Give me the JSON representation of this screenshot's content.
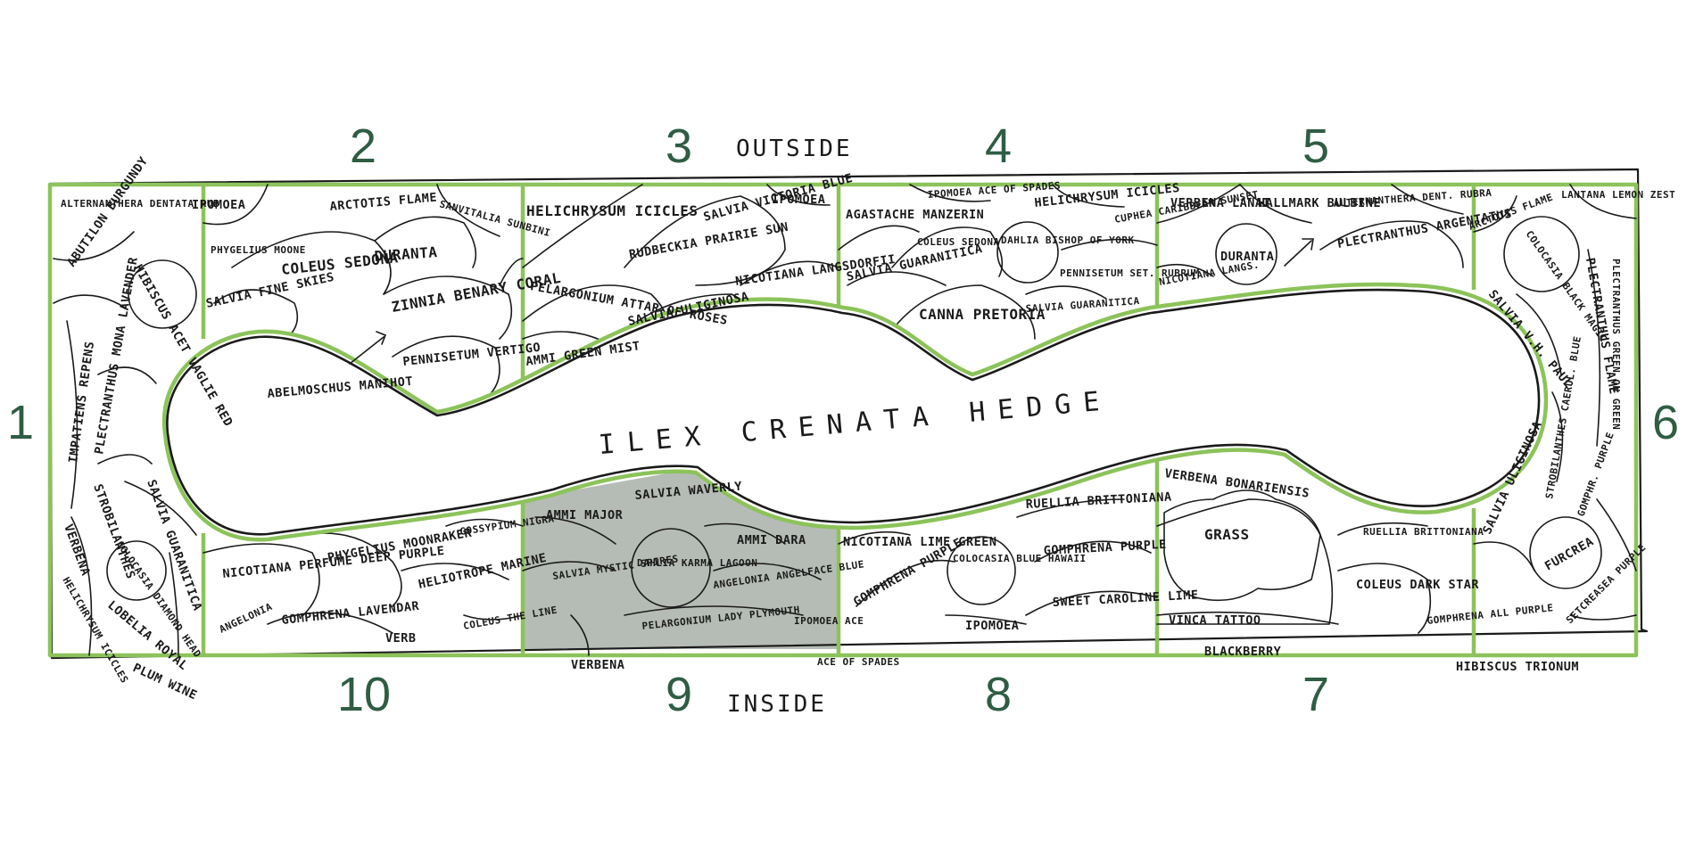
{
  "captions": {
    "outside": "OUTSIDE",
    "inside": "INSIDE",
    "hedge": "ILEX CRENATA HEDGE"
  },
  "colors": {
    "section_number": "#2e5d43",
    "section_border": "#8cc35a",
    "highlight_section_fill": "#b5bcb5",
    "ink": "#1a1a1a"
  },
  "sections": [
    "1",
    "2",
    "3",
    "4",
    "5",
    "6",
    "7",
    "8",
    "9",
    "10"
  ],
  "highlighted_section": "9",
  "plants": {
    "s1": [
      "ALTERNANTHERA DENTATA RUB",
      "ABUTILON BURGUNDY",
      "HIBISCUS ACET VAGLIE RED",
      "IMPATIENS REPENS",
      "PLECTRANTHUS MONA LAVENDER",
      "SALVIA GUARANITICA",
      "STROBILANTHES",
      "COLOCASIA DIAMOND HEAD",
      "VERBENA",
      "HELICHRYSUM ICICLES",
      "LOBELIA ROYAL",
      "PLUM WINE"
    ],
    "s2": [
      "IPOMOEA",
      "PHYGELIUS MOONE",
      "ARCTOTIS FLAME",
      "SANVITALIA SUNBINI",
      "COLEUS SEDONA",
      "DURANTA",
      "SALVIA FINE SKIES",
      "ZINNIA BENARY CORAL",
      "PENNISETUM VERTIGO",
      "ABELMOSCHUS MANIHOT"
    ],
    "s3": [
      "HELICHRYSUM ICICLES",
      "SALVIA VICTORIA BLUE",
      "IPOMOEA",
      "RUDBECKIA PRAIRIE SUN",
      "PELARGONIUM ATTAR OF ROSES",
      "NICOTIANA LANGSDORFII",
      "SALVIA ULIGINOSA",
      "AMMI GREEN MIST"
    ],
    "s4": [
      "IPOMOEA ACE OF SPADES",
      "AGASTACHE MANZERIN",
      "HELICHRYSUM ICICLES",
      "COLEUS SEDONA",
      "DAHLIA BISHOP OF YORK",
      "SALVIA GUARANITICA",
      "PENNISETUM SET. RUBRUM",
      "CANNA PRETORIA",
      "SALVIA GUARANITICA",
      "CUPHEA CARIBBEAN SUNSET"
    ],
    "s5": [
      "VERBENA LANAI",
      "HALLMARK BULBINE",
      "ALTERNANTHERA DENT. RUBRA",
      "DURANTA",
      "NICOTIANA LANGS.",
      "PLECTRANTHUS ARGENTATUS"
    ],
    "s6": [
      "LANTANA LEMON ZEST",
      "ARCTOTIS FLAME",
      "COLOCASIA BLACK MAGIC",
      "SALVIA V.H. PAUL",
      "PLECTRANTHUS FLAME",
      "PLECTRANTHUS GREEN ON GREEN",
      "SALVIA ULIGINOSA",
      "STROBILANTHES CAERUL. BLUE",
      "GOMPHR. PURPLE",
      "FURCREA",
      "SETCREASEA PURPLE",
      "HIBISCUS TRIONUM"
    ],
    "s7": [
      "VERBENA BONARIENSIS",
      "GRASS",
      "RUELLIA BRITTONIANA",
      "COLEUS DARK STAR",
      "VINCA TATTOO",
      "BLACKBERRY",
      "GOMPHRENA ALL PURPLE"
    ],
    "s8": [
      "NICOTIANA LIME GREEN",
      "GOMPHRENA PURPLE",
      "COLOCASIA BLUE HAWAII",
      "RUELLIA BRITTONIANA",
      "GOMPHRENA PURPLE",
      "SWEET CAROLINE LIME",
      "IPOMOEA",
      "ACE OF SPADES"
    ],
    "s9": [
      "SALVIA WAVERLY",
      "AMMI MAJOR",
      "AMMI DARA",
      "SALVIA MYSTIC SPIRES",
      "DAHLIA KARMA LAGOON",
      "ANGELONIA ANGELFACE BLUE",
      "PELARGONIUM LADY PLYMOUTH",
      "IPOMOEA ACE",
      "VERBENA"
    ],
    "s10": [
      "GOSSYPIUM NIGRA",
      "NICOTIANA PERFUME DEEP PURPLE",
      "PHYGELIUS MOONRAKER",
      "HELIOTROPE MARINE",
      "ANGELONIA",
      "GOMPHRENA LAVENDAR",
      "VERB",
      "COLEUS THE LINE"
    ]
  }
}
